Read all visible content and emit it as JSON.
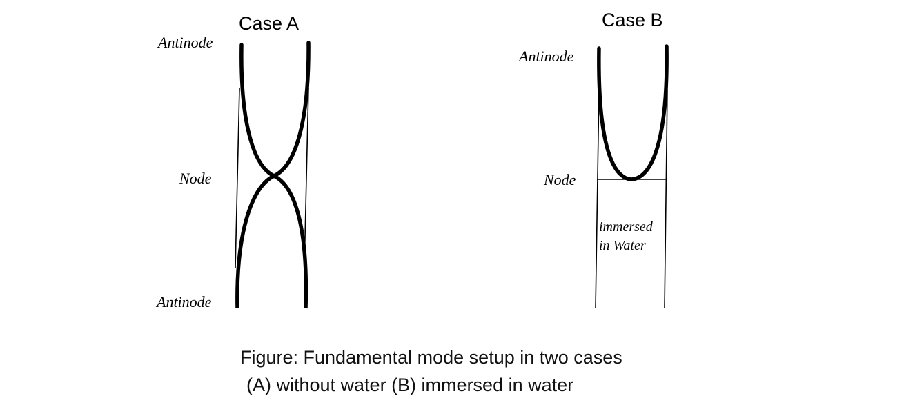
{
  "case_a": {
    "title": "Case A",
    "labels": {
      "antinode_top": "Antinode",
      "node": "Node",
      "antinode_bottom": "Antinode"
    }
  },
  "case_b": {
    "title": "Case B",
    "labels": {
      "antinode_top": "Antinode",
      "node": "Node",
      "water_line1": "immersed",
      "water_line2": "in Water"
    }
  },
  "caption": {
    "line1": "Figure: Fundamental mode setup in two cases",
    "line2": "(A) without water (B) immersed in water"
  },
  "colors": {
    "stroke": "#000000",
    "background": "#ffffff"
  }
}
